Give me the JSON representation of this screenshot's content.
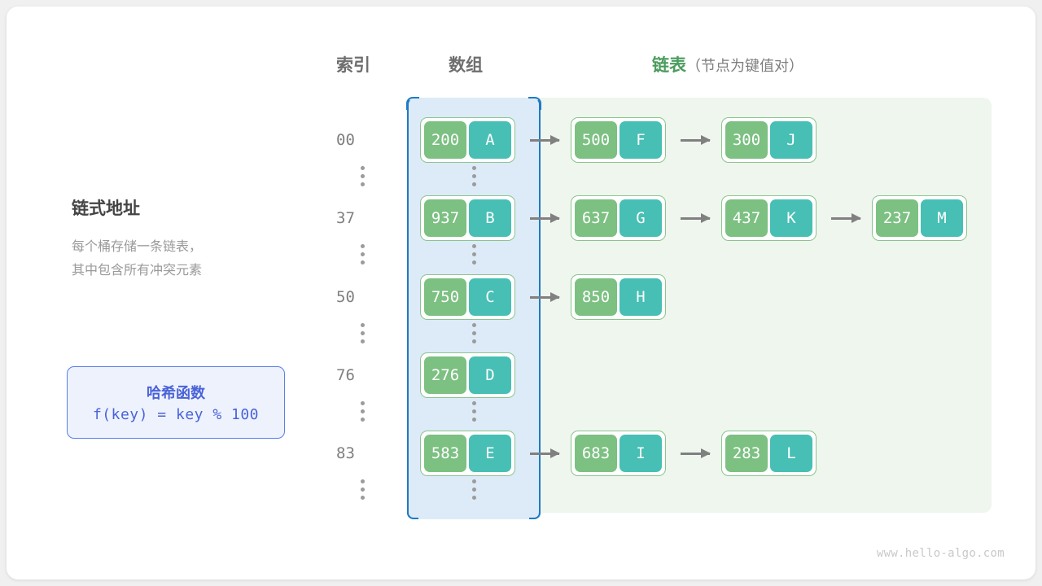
{
  "headers": {
    "index": "索引",
    "array": "数组",
    "list": "链表",
    "list_note": "（节点为键值对）"
  },
  "left_panel": {
    "title": "链式地址",
    "description_line1": "每个桶存储一条链表，",
    "description_line2": "其中包含所有冲突元素"
  },
  "hash_box": {
    "title": "哈希函数",
    "formula": "f(key) = key % 100"
  },
  "colors": {
    "key_cell": "#7cc082",
    "value_cell": "#47bfb4",
    "node_border": "#8cc48f",
    "array_region_border": "#1f7ac4",
    "array_region_fill": "#dcebf7",
    "list_region_fill": "#eef6ee",
    "list_header_accent": "#4a9c5d",
    "hash_box_accent": "#4a63d8",
    "arrow": "#808080"
  },
  "buckets": [
    {
      "index": "00",
      "nodes": [
        {
          "key": "200",
          "value": "A"
        },
        {
          "key": "500",
          "value": "F"
        },
        {
          "key": "300",
          "value": "J"
        }
      ]
    },
    {
      "index": "37",
      "nodes": [
        {
          "key": "937",
          "value": "B"
        },
        {
          "key": "637",
          "value": "G"
        },
        {
          "key": "437",
          "value": "K"
        },
        {
          "key": "237",
          "value": "M"
        }
      ]
    },
    {
      "index": "50",
      "nodes": [
        {
          "key": "750",
          "value": "C"
        },
        {
          "key": "850",
          "value": "H"
        }
      ]
    },
    {
      "index": "76",
      "nodes": [
        {
          "key": "276",
          "value": "D"
        }
      ]
    },
    {
      "index": "83",
      "nodes": [
        {
          "key": "583",
          "value": "E"
        },
        {
          "key": "683",
          "value": "I"
        },
        {
          "key": "283",
          "value": "L"
        }
      ]
    }
  ],
  "ellipsis_rows": 5,
  "watermark": "www.hello-algo.com"
}
